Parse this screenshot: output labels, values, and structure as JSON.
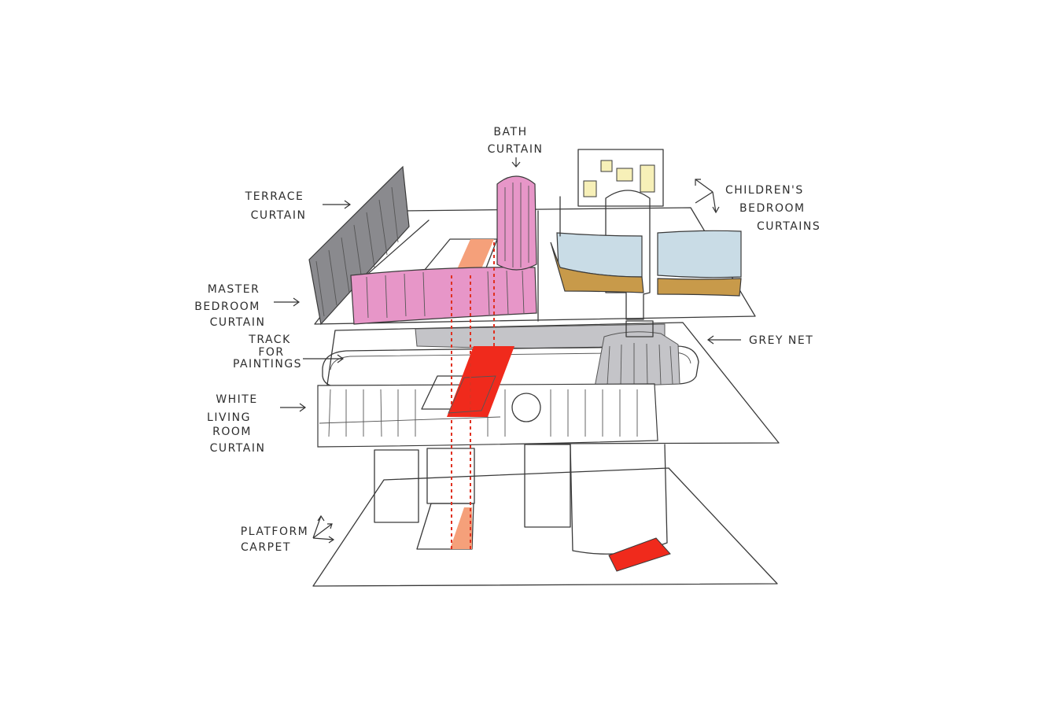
{
  "labels": {
    "bath_curtain": [
      "BATH",
      "CURTAIN"
    ],
    "terrace_curtain": [
      "TERRACE",
      "CURTAIN"
    ],
    "childrens_bedroom_curtains": [
      "CHILDREN'S",
      "BEDROOM",
      "CURTAINS"
    ],
    "master_bedroom_curtain": [
      "MASTER",
      "BEDROOM",
      "CURTAIN"
    ],
    "track_for_paintings": [
      "TRACK",
      "FOR",
      "PAINTINGS"
    ],
    "grey_net": [
      "GREY NET"
    ],
    "white_living_room_curtain": [
      "WHITE",
      "LIVING",
      "ROOM",
      "CURTAIN"
    ],
    "platform_carpet": [
      "PLATFORM",
      "CARPET"
    ]
  },
  "colors": {
    "ink": "#3a3a3a",
    "pink_curtain": "#e796c8",
    "grey_curtain": "#8a8a8e",
    "light_blue_curtain": "#c9dce6",
    "mustard_curtain": "#c89a4a",
    "grey_net": "#c4c4c8",
    "red_painting": "#f02a1c",
    "salmon_painting": "#f5a07a",
    "yellow_window": "#f7f0b8"
  }
}
